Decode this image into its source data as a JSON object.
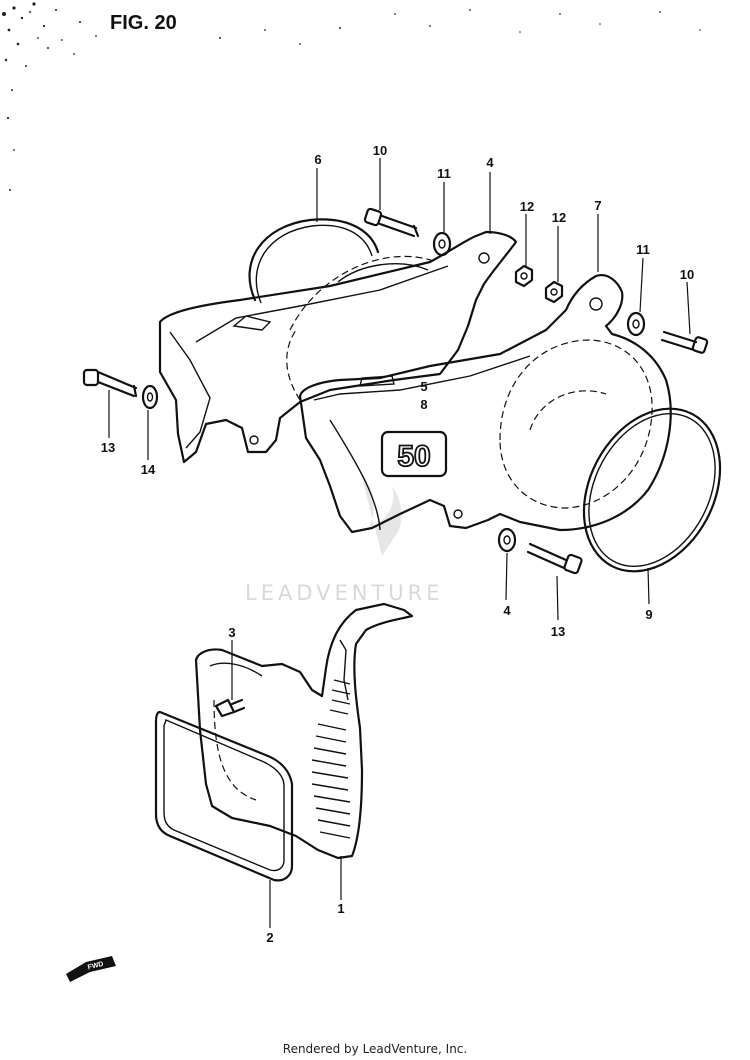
{
  "figure": {
    "title": "FIG. 20"
  },
  "watermark": "LEADVENTURE",
  "footer": "Rendered by LeadVenture, Inc.",
  "badge_text": "50",
  "arrow_label": "FWD",
  "callouts": [
    {
      "id": "c-6",
      "label": "6"
    },
    {
      "id": "c-10a",
      "label": "10"
    },
    {
      "id": "c-11a",
      "label": "11"
    },
    {
      "id": "c-4a",
      "label": "4"
    },
    {
      "id": "c-12a",
      "label": "12"
    },
    {
      "id": "c-12b",
      "label": "12"
    },
    {
      "id": "c-7",
      "label": "7"
    },
    {
      "id": "c-11b",
      "label": "11"
    },
    {
      "id": "c-10b",
      "label": "10"
    },
    {
      "id": "c-5",
      "label": "5"
    },
    {
      "id": "c-8",
      "label": "8"
    },
    {
      "id": "c-13a",
      "label": "13"
    },
    {
      "id": "c-14",
      "label": "14"
    },
    {
      "id": "c-4b",
      "label": "4"
    },
    {
      "id": "c-13b",
      "label": "13"
    },
    {
      "id": "c-9",
      "label": "9"
    },
    {
      "id": "c-3",
      "label": "3"
    },
    {
      "id": "c-2",
      "label": "2"
    },
    {
      "id": "c-1",
      "label": "1"
    }
  ]
}
